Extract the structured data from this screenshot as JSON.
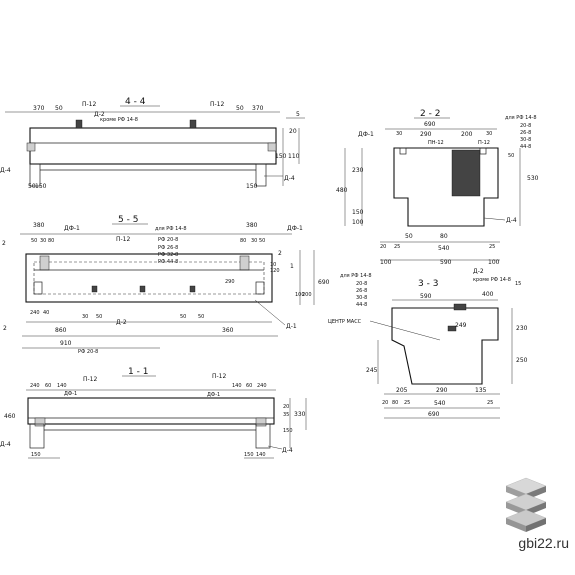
{
  "sections": {
    "s44": "4 - 4",
    "s22": "2 - 2",
    "s55": "5 - 5",
    "s11": "1 - 1",
    "s33": "3 - 3"
  },
  "labels": {
    "p12": "П-12",
    "d2": "Д-2",
    "d4": "Д-4",
    "d1": "Д-1",
    "df1": "ДФ-1",
    "kromeRF": "кроме  РФ 14-8",
    "dlyaRF": "для  РФ 14-8",
    "rf_list": [
      "РФ 14-8",
      "РФ 20-8",
      "РФ 26-8",
      "РФ 32-8",
      "РФ 44-8"
    ],
    "dlya_list_22": [
      "для  РФ 14-8",
      "20-8",
      "26-8",
      "30-8",
      "44-8"
    ],
    "dlya_list_33": [
      "для  РФ 14-8",
      "20-8",
      "26-8",
      "30-8",
      "44-8"
    ],
    "center_mass": "ЦЕНТР МАСС",
    "rf_bottom": "РФ 20-8",
    "ph_label": "ПН-12",
    "pf": "П-12"
  },
  "dims": {
    "d370": "370",
    "d50": "50",
    "d5": "5",
    "d20": "20",
    "d150": "150",
    "d110": "110",
    "d690": "690",
    "d290": "290",
    "d200": "200",
    "d30": "30",
    "d480": "480",
    "d230": "230",
    "d530": "530",
    "d100": "100",
    "d540": "540",
    "d590": "590",
    "d80": "80",
    "d25": "25",
    "d380": "380",
    "d360": "360",
    "d860": "860",
    "d910": "910",
    "d240": "240",
    "d40": "40",
    "d400": "400",
    "d249": "249",
    "d250": "250",
    "d245": "245",
    "d205": "205",
    "d135": "135",
    "d60": "60",
    "d330": "330",
    "d140": "140",
    "d10": "10",
    "d2": "2",
    "d15": "15",
    "d460": "460",
    "d1": "1",
    "d120": "120",
    "d35": "35"
  },
  "site": "gbi22.ru"
}
